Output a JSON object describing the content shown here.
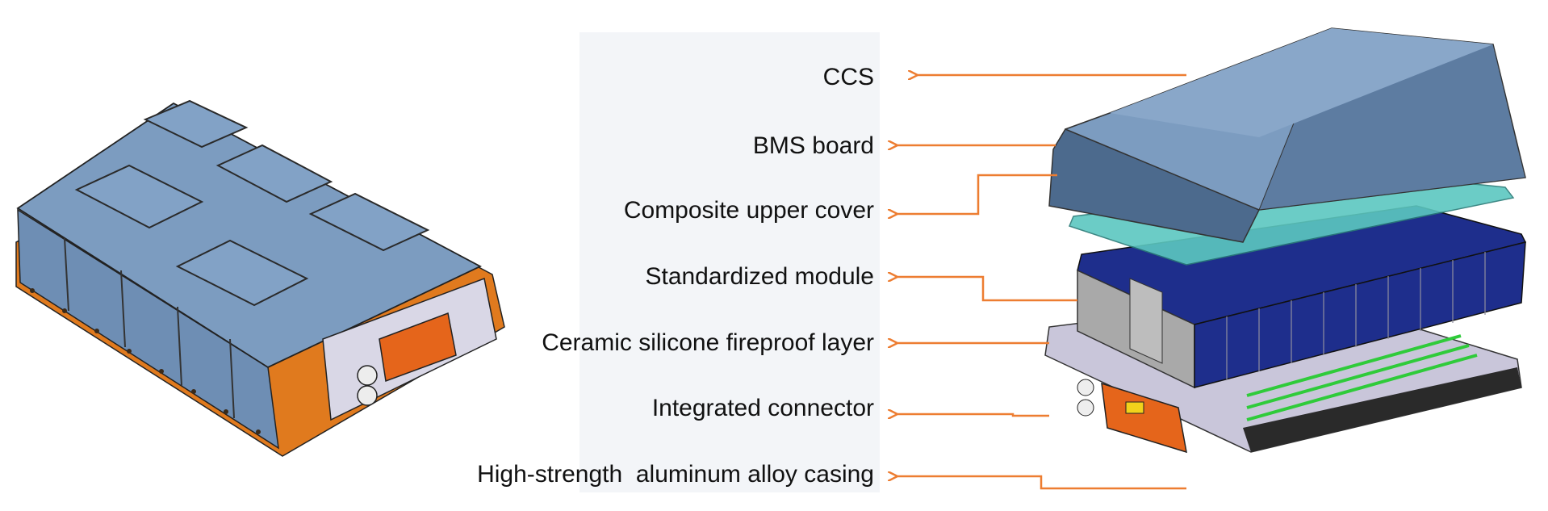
{
  "colors": {
    "arrow": "#ED7D31",
    "panel": "#F3F5F8",
    "lid": "#7C9CC0",
    "lid_dark": "#4C6A8D",
    "frame": "#E07A1E",
    "cell": "#1E2E8C",
    "module_gray": "#A9A9A9",
    "tray": "#C9C6DA",
    "ccs": "#5CC7C0",
    "green_strip": "#2FCB3A",
    "connector": "#E5651B"
  },
  "labels": [
    {
      "id": "ccs",
      "text": "CCS"
    },
    {
      "id": "bms",
      "text": "BMS board"
    },
    {
      "id": "upper-cover",
      "text": "Composite upper cover"
    },
    {
      "id": "module",
      "text": "Standardized module"
    },
    {
      "id": "fireproof",
      "text": "Ceramic silicone fireproof layer"
    },
    {
      "id": "connector",
      "text": "Integrated connector"
    },
    {
      "id": "casing",
      "text": "High-strength  aluminum alloy casing"
    }
  ]
}
